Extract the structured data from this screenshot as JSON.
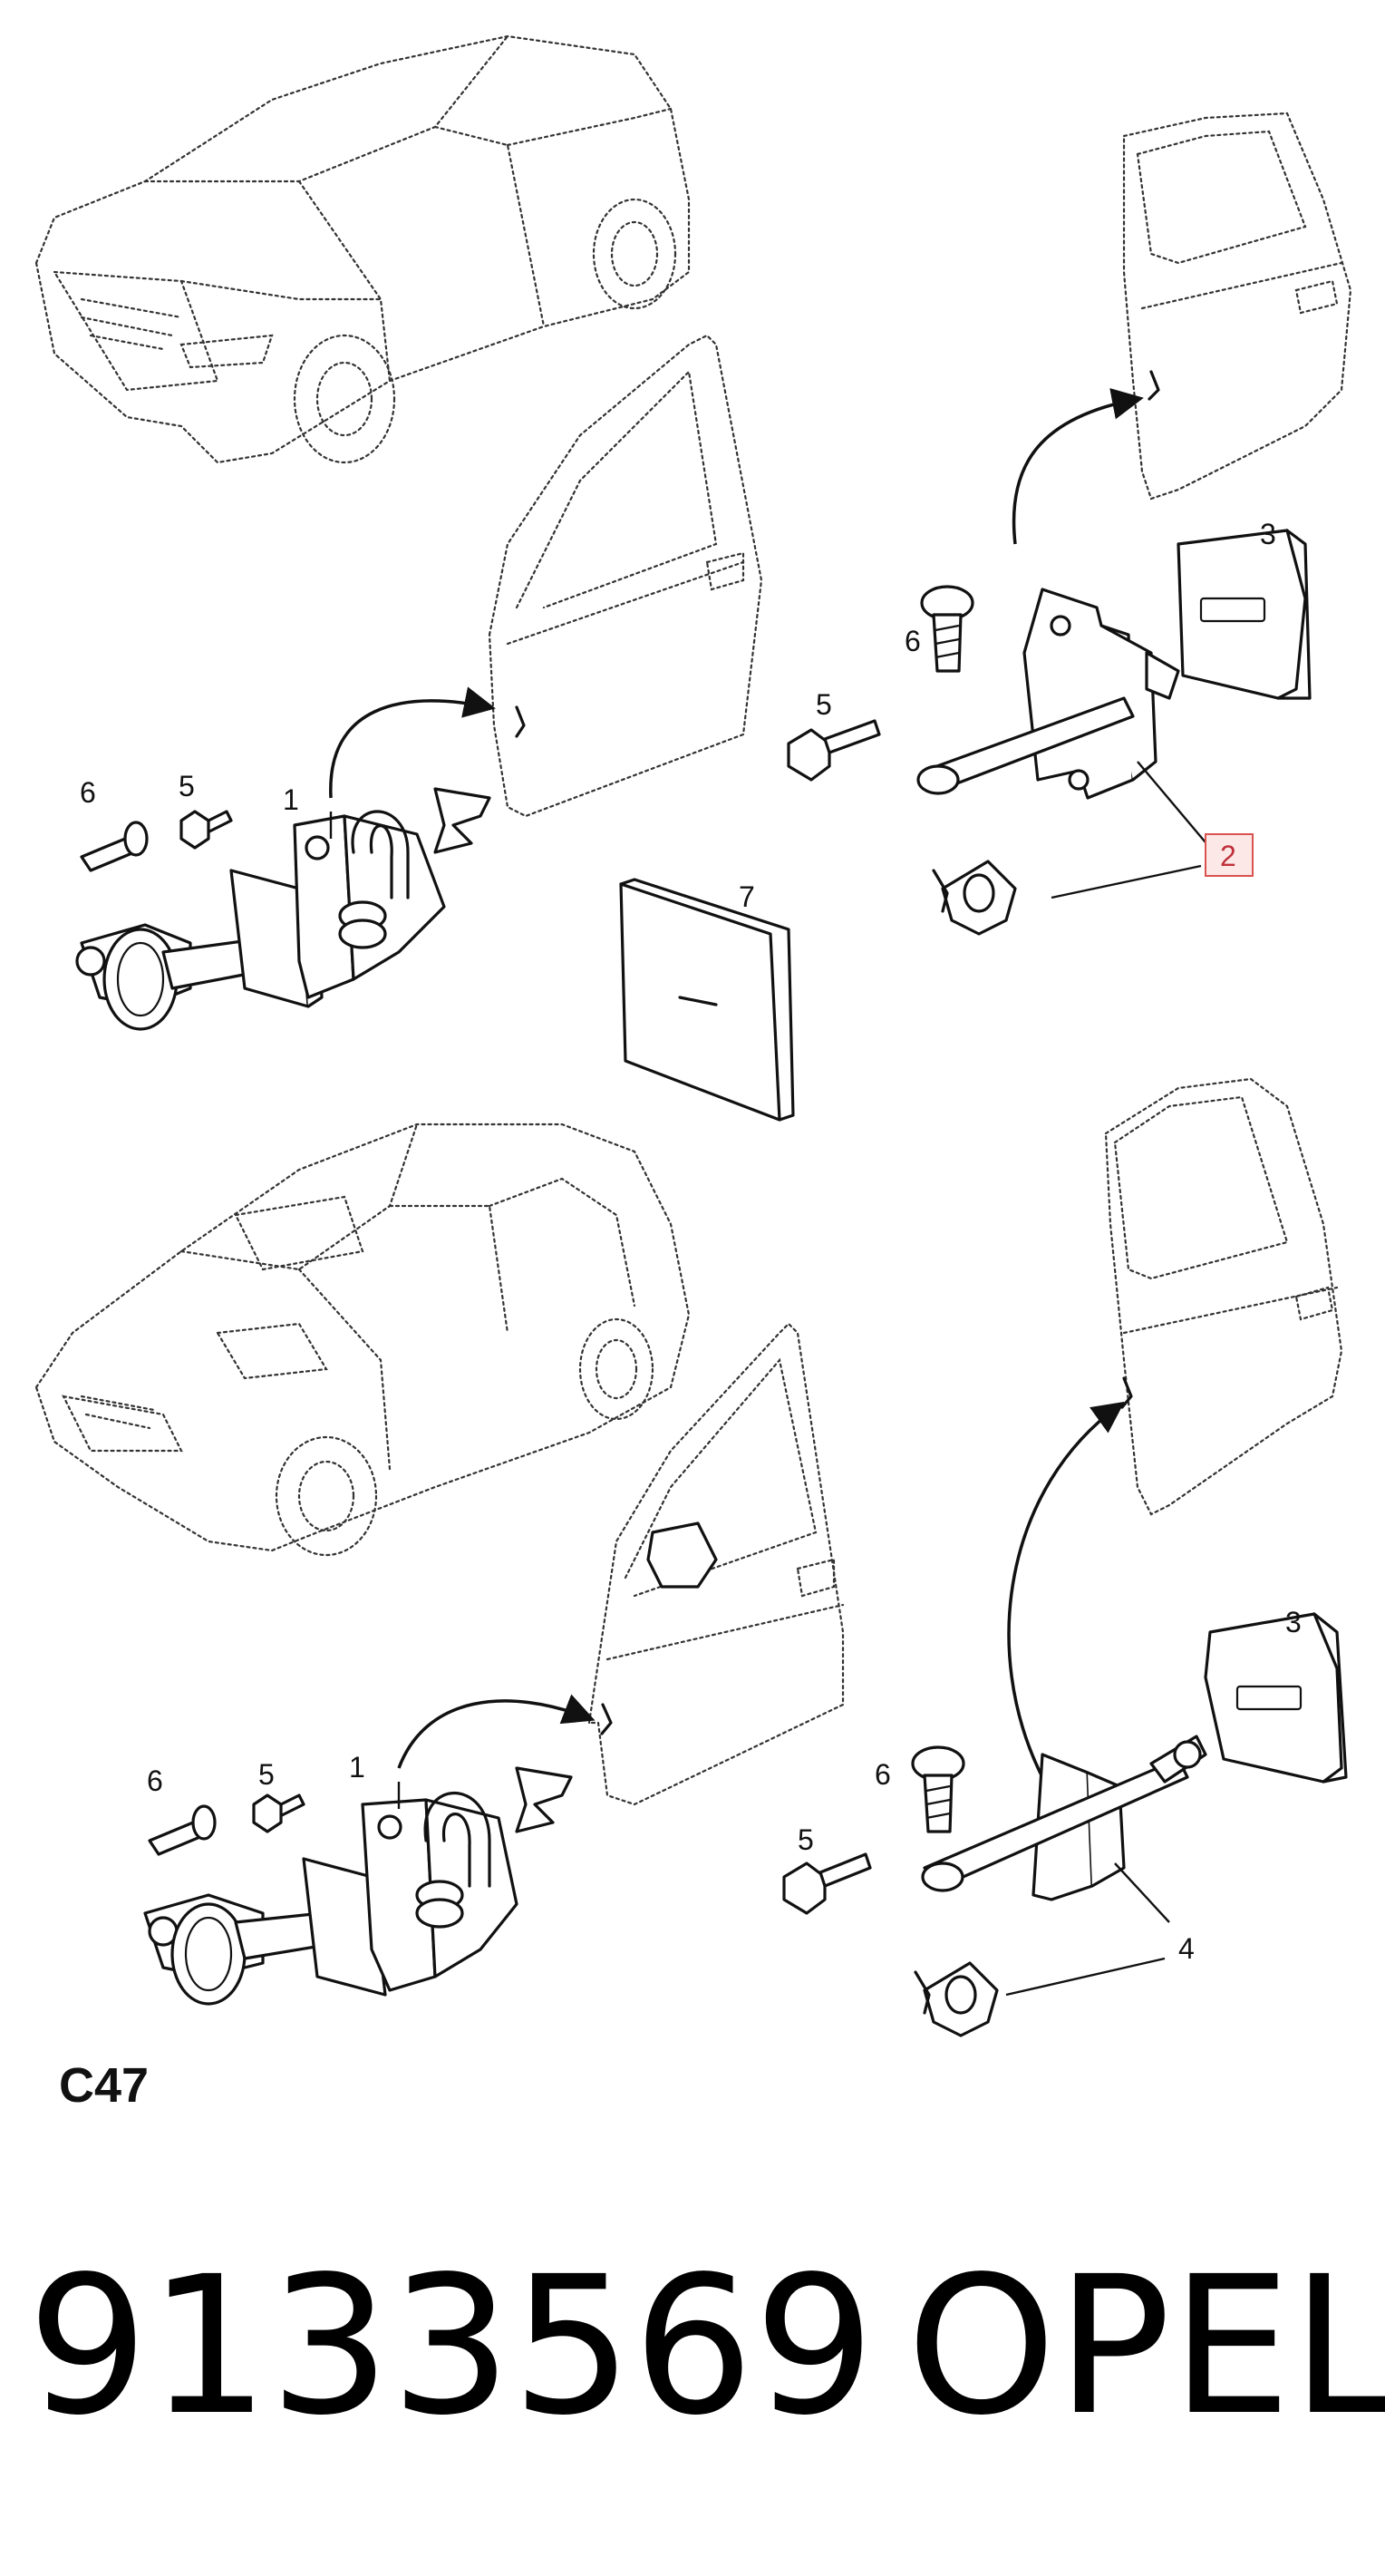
{
  "diagram": {
    "callouts": {
      "upper_front_door_stop": "1",
      "upper_rear_door_stop": "2",
      "upper_rear_pad": "3",
      "upper_rear_bolt": "5",
      "upper_rear_screw": "6",
      "upper_front_bolt": "5",
      "upper_front_screw": "6",
      "foam_pad": "7",
      "lower_front_door_stop": "1",
      "lower_front_bolt": "5",
      "lower_front_screw": "6",
      "lower_rear_pad": "3",
      "lower_rear_screw": "6",
      "lower_rear_bolt": "5",
      "lower_rear_door_stop": "4"
    },
    "highlight_color": "#d9534f",
    "section_code": "C47"
  },
  "footer": {
    "part_number": "9133569",
    "brand": "OPEL"
  }
}
